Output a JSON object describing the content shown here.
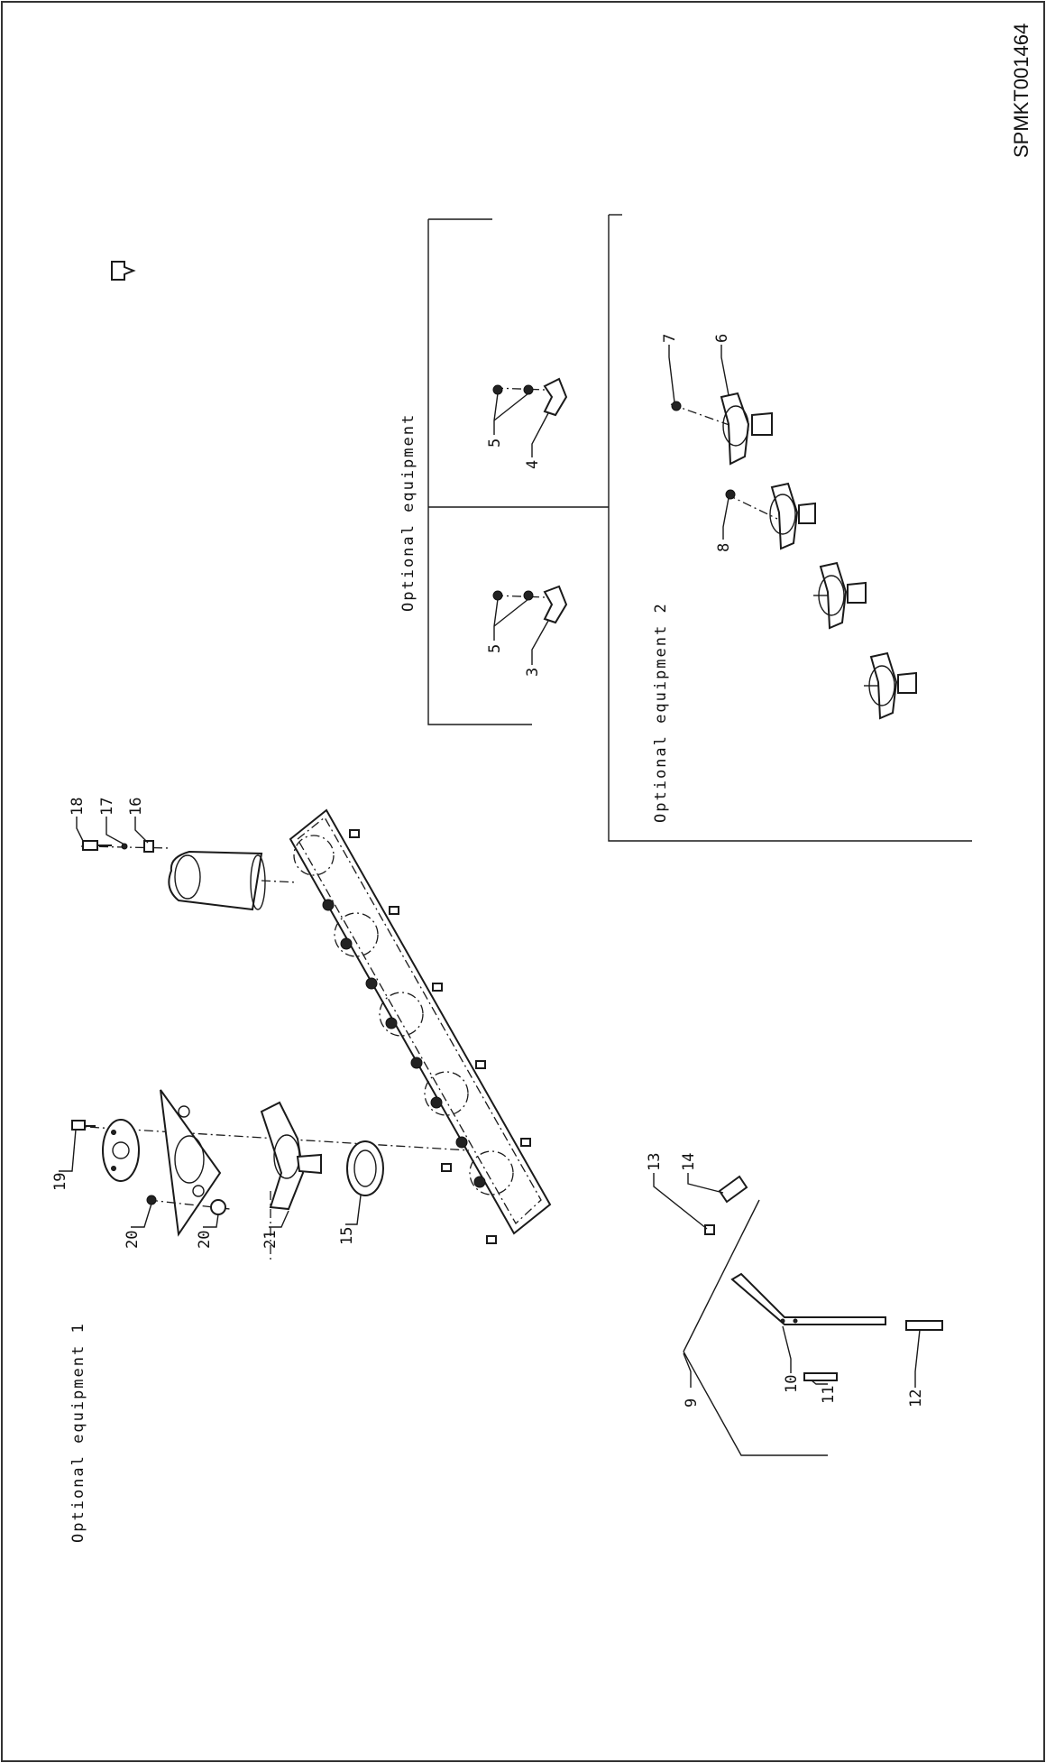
{
  "document_code": "SPMKT001464",
  "captions": {
    "optional_equipment_1": "Optional equipment   1",
    "optional_equipment": "Optional equipment",
    "optional_equipment_2": "Optional equipment   2"
  },
  "callouts": {
    "n3": "3",
    "n4": "4",
    "n5a": "5",
    "n5b": "5",
    "n6": "6",
    "n7": "7",
    "n8": "8",
    "n9": "9",
    "n10": "10",
    "n11": "11",
    "n12": "12",
    "n13": "13",
    "n14": "14",
    "n15": "15",
    "n16": "16",
    "n17": "17",
    "n18": "18",
    "n19": "19",
    "n20a": "20",
    "n20b": "20",
    "n21": "21"
  },
  "icons": {
    "orientation": "pointer-icon"
  }
}
